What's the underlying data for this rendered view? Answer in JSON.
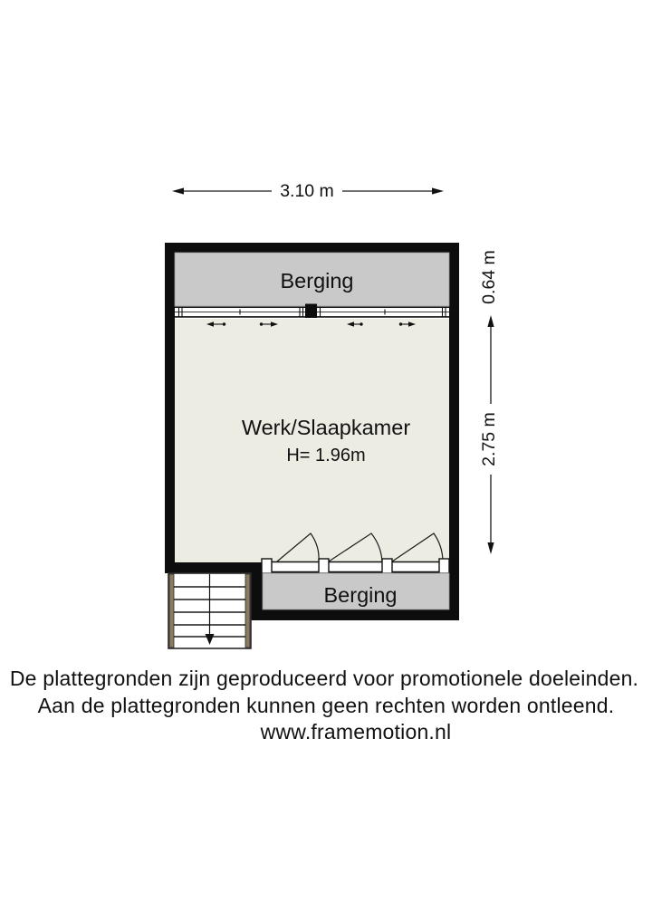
{
  "page": {
    "background": "#ffffff"
  },
  "colors": {
    "wall": "#0d0d0d",
    "storage_fill": "#c9c9c9",
    "room_fill": "#edece3",
    "track_fill": "#ffffff",
    "stair_rail": "#8a7a5e",
    "line": "#1a1a1a"
  },
  "plan": {
    "rooms": {
      "storage_top": {
        "label": "Berging"
      },
      "main": {
        "label": "Werk/Slaapkamer",
        "height_label": "H= 1.96m"
      },
      "storage_bottom": {
        "label": "Berging"
      }
    },
    "dimensions": {
      "width_top": "3.10 m",
      "height_storage_top": "0.64 m",
      "height_main": "2.75 m"
    }
  },
  "footer": {
    "line1": "De plattegronden zijn geproduceerd voor promotionele doeleinden.",
    "line2": "Aan de plattegronden kunnen geen rechten worden ontleend.",
    "line3": "www.framemotion.nl"
  }
}
